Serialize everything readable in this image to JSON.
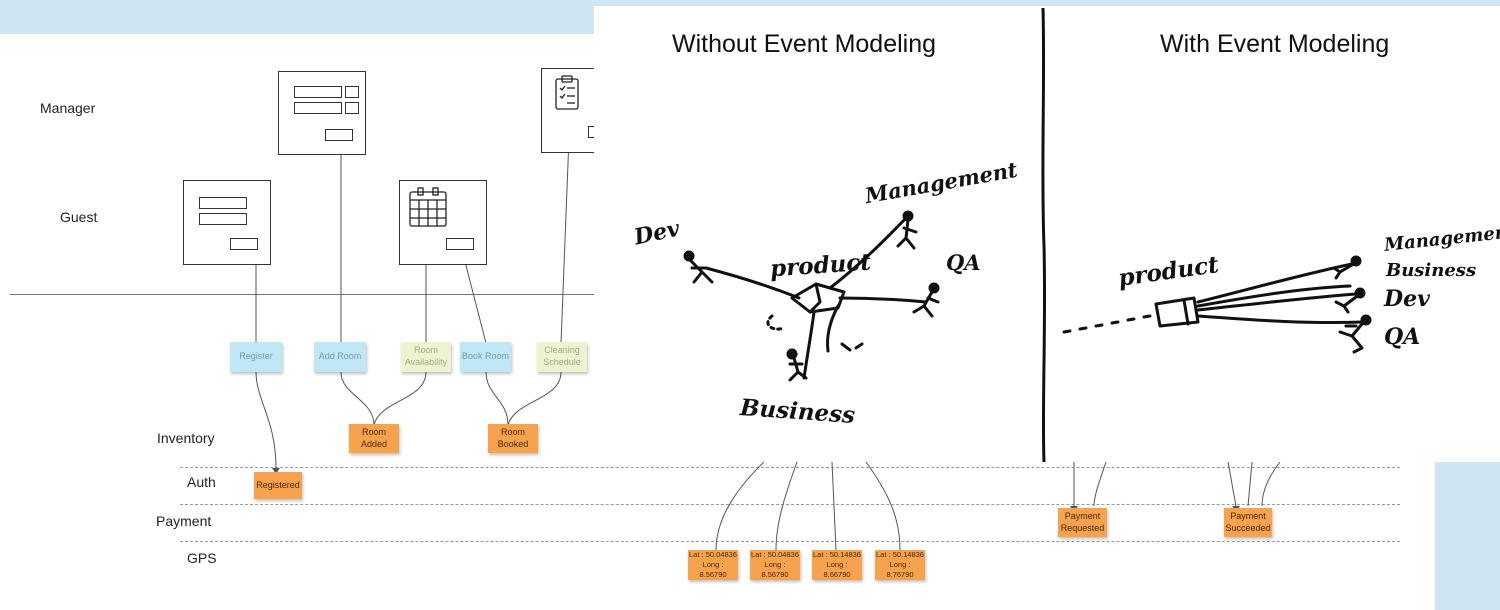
{
  "lanes": {
    "manager": "Manager",
    "guest": "Guest",
    "inventory": "Inventory",
    "auth": "Auth",
    "payment": "Payment",
    "gps": "GPS"
  },
  "commands": {
    "register": "Register",
    "add_room": "Add Room",
    "book_room": "Book Room"
  },
  "views": {
    "room_availability": "Room Availability",
    "cleaning_schedule": "Cleaning Schedule"
  },
  "events": {
    "room_added": "Room Added",
    "room_booked": "Room Booked",
    "registered": "Registered",
    "payment_requested": "Payment Requested",
    "payment_succeeded": "Payment Succeeded"
  },
  "gps_events": [
    {
      "lat": "Lat : 50.04836",
      "long": "Long : 8.56790"
    },
    {
      "lat": "Lat : 50.04836",
      "long": "Long : 8.56790"
    },
    {
      "lat": "Lat : 50.14836",
      "long": "Long : 8.66790"
    },
    {
      "lat": "Lat : 50.14836",
      "long": "Long : 8.76790"
    }
  ],
  "overlay": {
    "left_title": "Without Event Modeling",
    "right_title": "With Event Modeling",
    "left_labels": {
      "dev": "Dev",
      "management": "Management",
      "product": "product",
      "qa": "QA",
      "business": "Business"
    },
    "right_labels": {
      "product": "product",
      "management": "Management",
      "business": "Business",
      "dev": "Dev",
      "qa": "QA"
    }
  },
  "icons": [
    "calendar-icon",
    "clipboard-checklist-icon"
  ]
}
